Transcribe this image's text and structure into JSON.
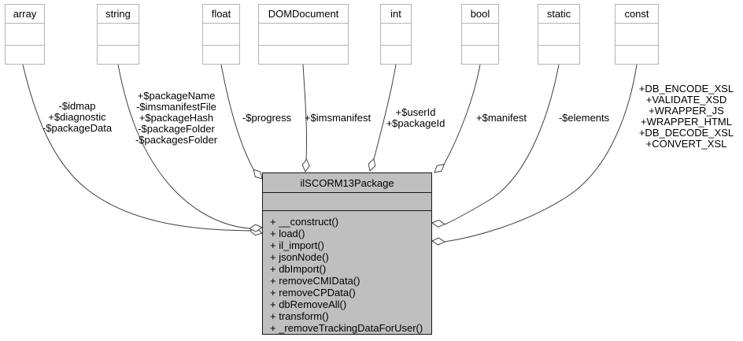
{
  "diagram": {
    "kind": "uml-collaboration-diagram",
    "colors": {
      "main_class_fill": "#bfbfbf",
      "type_node_border": "#b4b4b4",
      "edge_color": "#404040",
      "text_color": "#000000",
      "background": "#ffffff"
    },
    "type_nodes": [
      {
        "label": "array"
      },
      {
        "label": "string"
      },
      {
        "label": "float"
      },
      {
        "label": "DOMDocument"
      },
      {
        "label": "int"
      },
      {
        "label": "bool"
      },
      {
        "label": "static"
      },
      {
        "label": "const"
      }
    ],
    "edges": [
      {
        "from": "array",
        "to": "ilSCORM13Package",
        "relation": "aggregation",
        "label": "-$idmap\n+$diagnostic\n-$packageData"
      },
      {
        "from": "string",
        "to": "ilSCORM13Package",
        "relation": "aggregation",
        "label": "+$packageName\n-$imsmanifestFile\n+$packageHash\n-$packageFolder\n-$packagesFolder"
      },
      {
        "from": "float",
        "to": "ilSCORM13Package",
        "relation": "aggregation",
        "label": "-$progress"
      },
      {
        "from": "DOMDocument",
        "to": "ilSCORM13Package",
        "relation": "aggregation",
        "label": "+$imsmanifest"
      },
      {
        "from": "int",
        "to": "ilSCORM13Package",
        "relation": "aggregation",
        "label": "+$userId\n+$packageId"
      },
      {
        "from": "bool",
        "to": "ilSCORM13Package",
        "relation": "aggregation",
        "label": "+$manifest"
      },
      {
        "from": "static",
        "to": "ilSCORM13Package",
        "relation": "aggregation",
        "label": "-$elements"
      },
      {
        "from": "const",
        "to": "ilSCORM13Package",
        "relation": "aggregation",
        "label": "+DB_ENCODE_XSL\n+VALIDATE_XSD\n+WRAPPER_JS\n+WRAPPER_HTML\n+DB_DECODE_XSL\n+CONVERT_XSL"
      }
    ],
    "main_class": {
      "name": "ilSCORM13Package",
      "attributes": [],
      "methods": [
        "+ __construct()",
        "+ load()",
        "+ il_import()",
        "+ jsonNode()",
        "+ dbImport()",
        "+ removeCMIData()",
        "+ removeCPData()",
        "+ dbRemoveAll()",
        "+ transform()",
        "+ _removeTrackingDataForUser()"
      ]
    }
  }
}
